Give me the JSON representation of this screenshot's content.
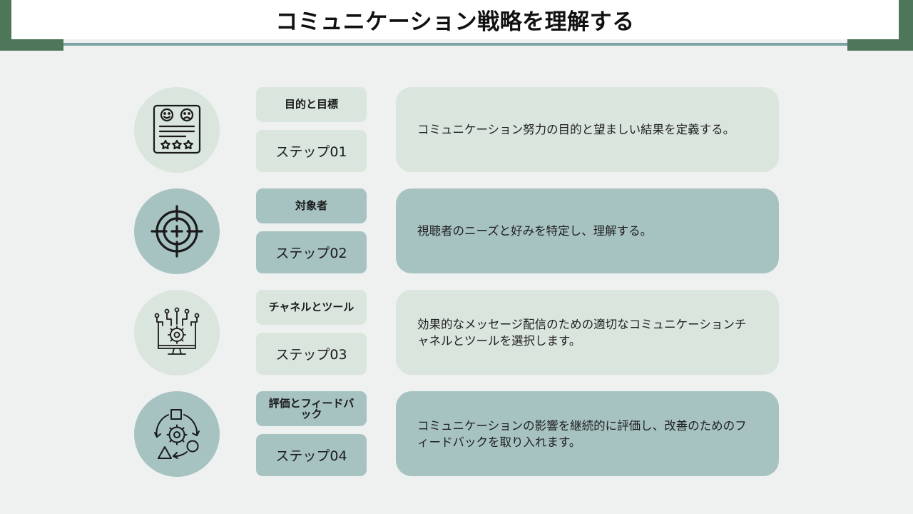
{
  "header": {
    "title": "コミュニケーション戦略を理解する"
  },
  "colors": {
    "header_accent": "#4e7659",
    "divider": "#7ea3a4",
    "light_fill": "#dae5dd",
    "dark_fill": "#a6c3c2",
    "background": "#eff1f0"
  },
  "steps": [
    {
      "icon": "feedback-form-icon",
      "title": "目的と目標",
      "step": "ステップ01",
      "description": "コミュニケーション努力の目的と望ましい結果を定義する。"
    },
    {
      "icon": "target-crosshair-icon",
      "title": "対象者",
      "step": "ステップ02",
      "description": "視聴者のニーズと好みを特定し、理解する。"
    },
    {
      "icon": "monitor-gear-network-icon",
      "title": "チャネルとツール",
      "step": "ステップ03",
      "description": "効果的なメッセージ配信のための適切なコミュニケーションチャネルとツールを選択します。"
    },
    {
      "icon": "gear-cycle-icon",
      "title": "評価とフィードバック",
      "step": "ステップ04",
      "description": "コミュニケーションの影響を継続的に評価し、改善のためのフィードバックを取り入れます。"
    }
  ]
}
